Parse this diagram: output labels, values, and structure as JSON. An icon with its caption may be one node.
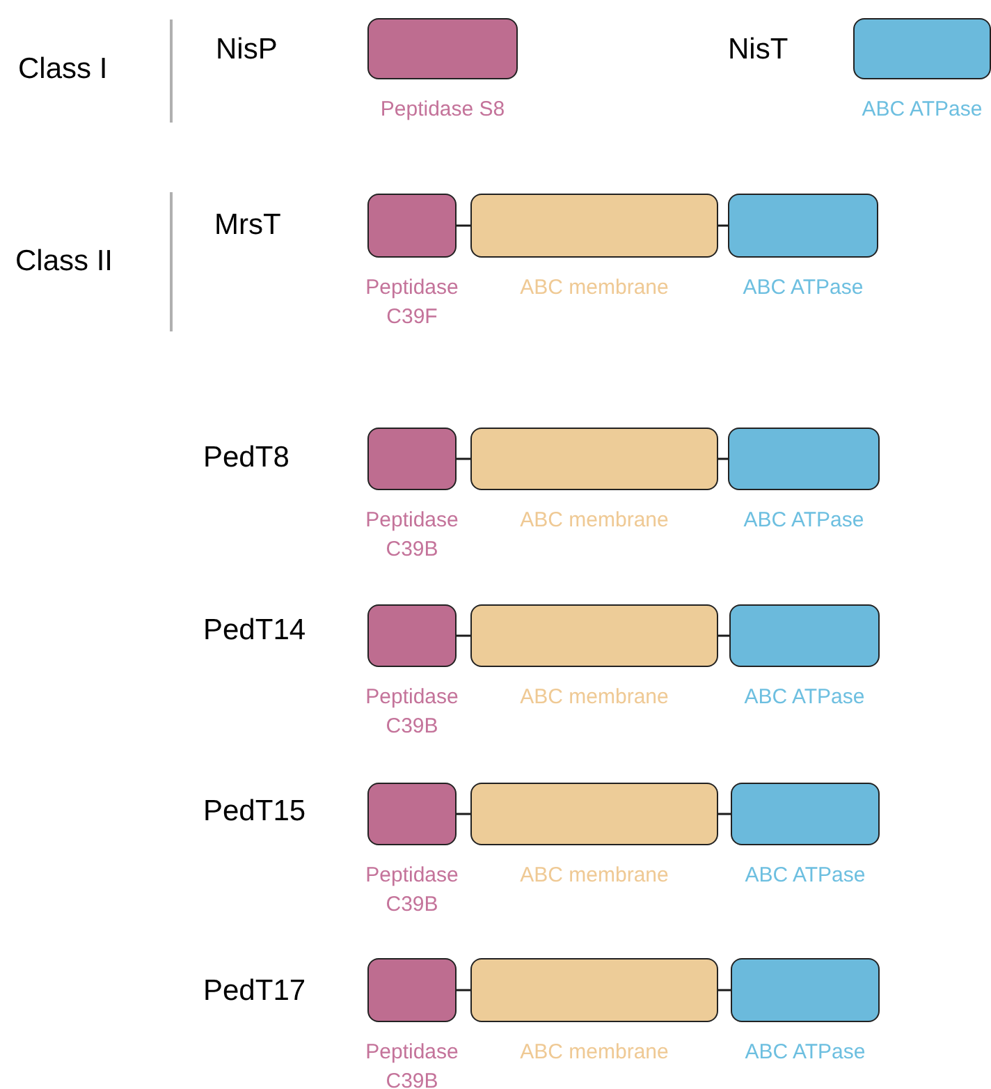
{
  "diagram": {
    "nodes": [
      {
        "text": [
          "Peptidase S8"
        ]
      },
      {
        "text": [
          "ABC ATPase"
        ]
      },
      {
        "text": [
          "Peptidase C39F"
        ]
      },
      {
        "text": [
          "ABC membrane"
        ]
      },
      {
        "text": [
          "ABC ATPase"
        ]
      },
      {
        "text": [
          "Peptidase C39B"
        ]
      },
      {
        "text": [
          "ABC membrane"
        ]
      },
      {
        "text": [
          "ABC ATPase"
        ]
      },
      {
        "text": [
          "Peptidase C39B"
        ]
      },
      {
        "text": [
          "ABC membrane"
        ]
      },
      {
        "text": [
          "ABC ATPase"
        ]
      },
      {
        "text": [
          "Peptidase C39B"
        ]
      },
      {
        "text": [
          "ABC membrane"
        ]
      },
      {
        "text": [
          "ABC ATPase"
        ]
      },
      {
        "text": [
          "Peptidase C39B"
        ]
      },
      {
        "text": [
          "ABC membrane"
        ]
      },
      {
        "text": [
          "ABC ATPase"
        ]
      }
    ],
    "edges": [
      {
        "from": 2,
        "to": 3,
        "arrow": "none"
      },
      {
        "from": 3,
        "to": 4,
        "arrow": "none"
      },
      {
        "from": 5,
        "to": 6,
        "arrow": "none"
      },
      {
        "from": 6,
        "to": 7,
        "arrow": "none"
      },
      {
        "from": 8,
        "to": 9,
        "arrow": "none"
      },
      {
        "from": 9,
        "to": 10,
        "arrow": "none"
      },
      {
        "from": 11,
        "to": 12,
        "arrow": "none"
      },
      {
        "from": 12,
        "to": 13,
        "arrow": "none"
      },
      {
        "from": 14,
        "to": 15,
        "arrow": "none"
      },
      {
        "from": 15,
        "to": 16,
        "arrow": "none"
      }
    ],
    "labels": [
      "Class I",
      "NisP",
      "NisT",
      "Class II",
      "MrsT",
      "PedT8",
      "PedT14",
      "PedT15",
      "PedT17"
    ]
  }
}
